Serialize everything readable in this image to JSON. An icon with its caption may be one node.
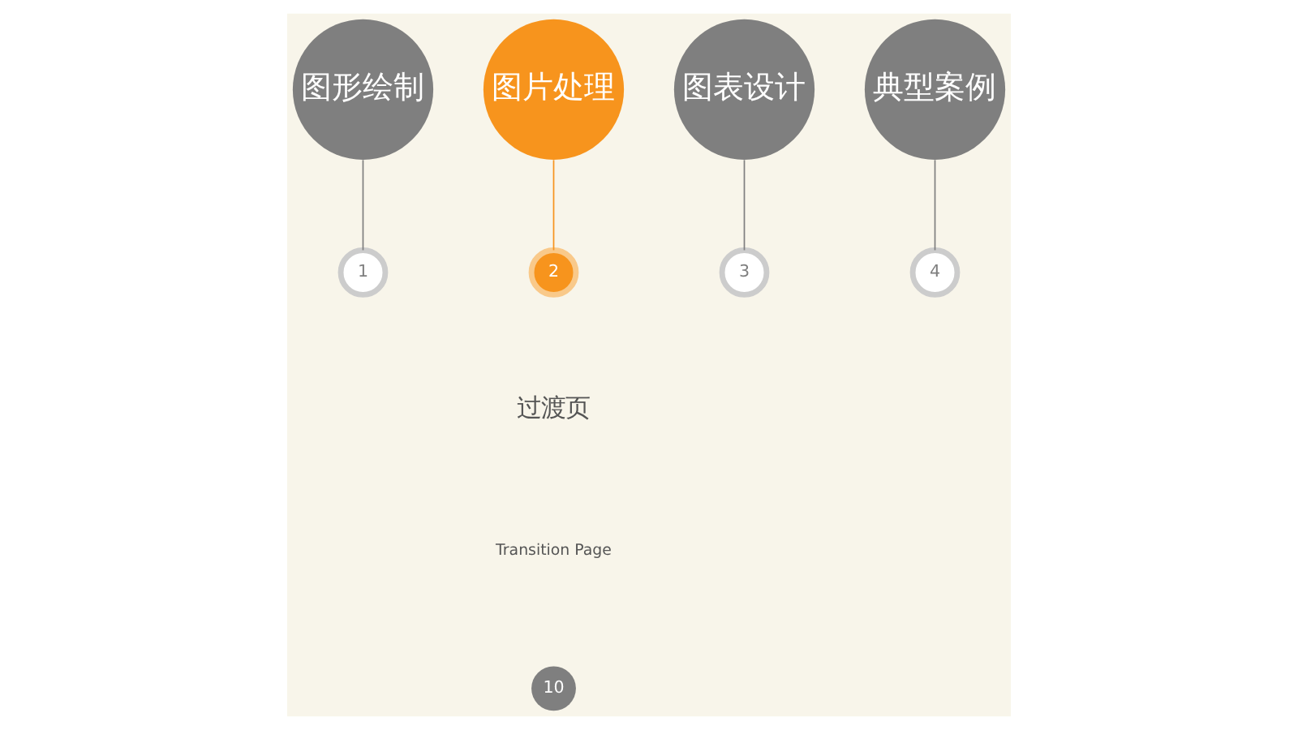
{
  "diagram": {
    "nodes": [
      {
        "text": [
          "图形绘制"
        ]
      },
      {
        "text": [
          "图片处理"
        ]
      },
      {
        "text": [
          "图表设计"
        ]
      },
      {
        "text": [
          "典型案例"
        ]
      },
      {
        "text": [
          "1"
        ]
      },
      {
        "text": [
          "2"
        ]
      },
      {
        "text": [
          "3"
        ]
      },
      {
        "text": [
          "4"
        ]
      },
      {
        "text": [
          "10"
        ]
      }
    ],
    "edges": [
      {
        "from": 0,
        "to": 4,
        "arrow": "none"
      },
      {
        "from": 1,
        "to": 5,
        "arrow": "none",
        "color": "#f7941d"
      },
      {
        "from": 2,
        "to": 6,
        "arrow": "none"
      },
      {
        "from": 3,
        "to": 7,
        "arrow": "none"
      }
    ],
    "labels": [
      "过渡页",
      "Transition Page"
    ]
  }
}
